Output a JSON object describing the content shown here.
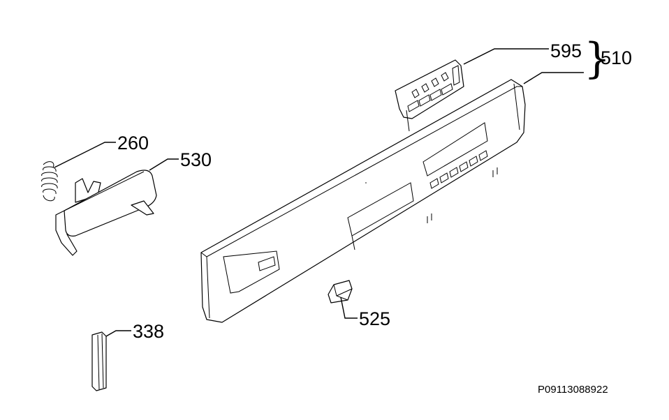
{
  "labels": {
    "p260": "260",
    "p530": "530",
    "p595": "595",
    "p510": "510",
    "p525": "525",
    "p338": "338"
  },
  "reference_code": "P09113088922",
  "brace_glyph": "}"
}
